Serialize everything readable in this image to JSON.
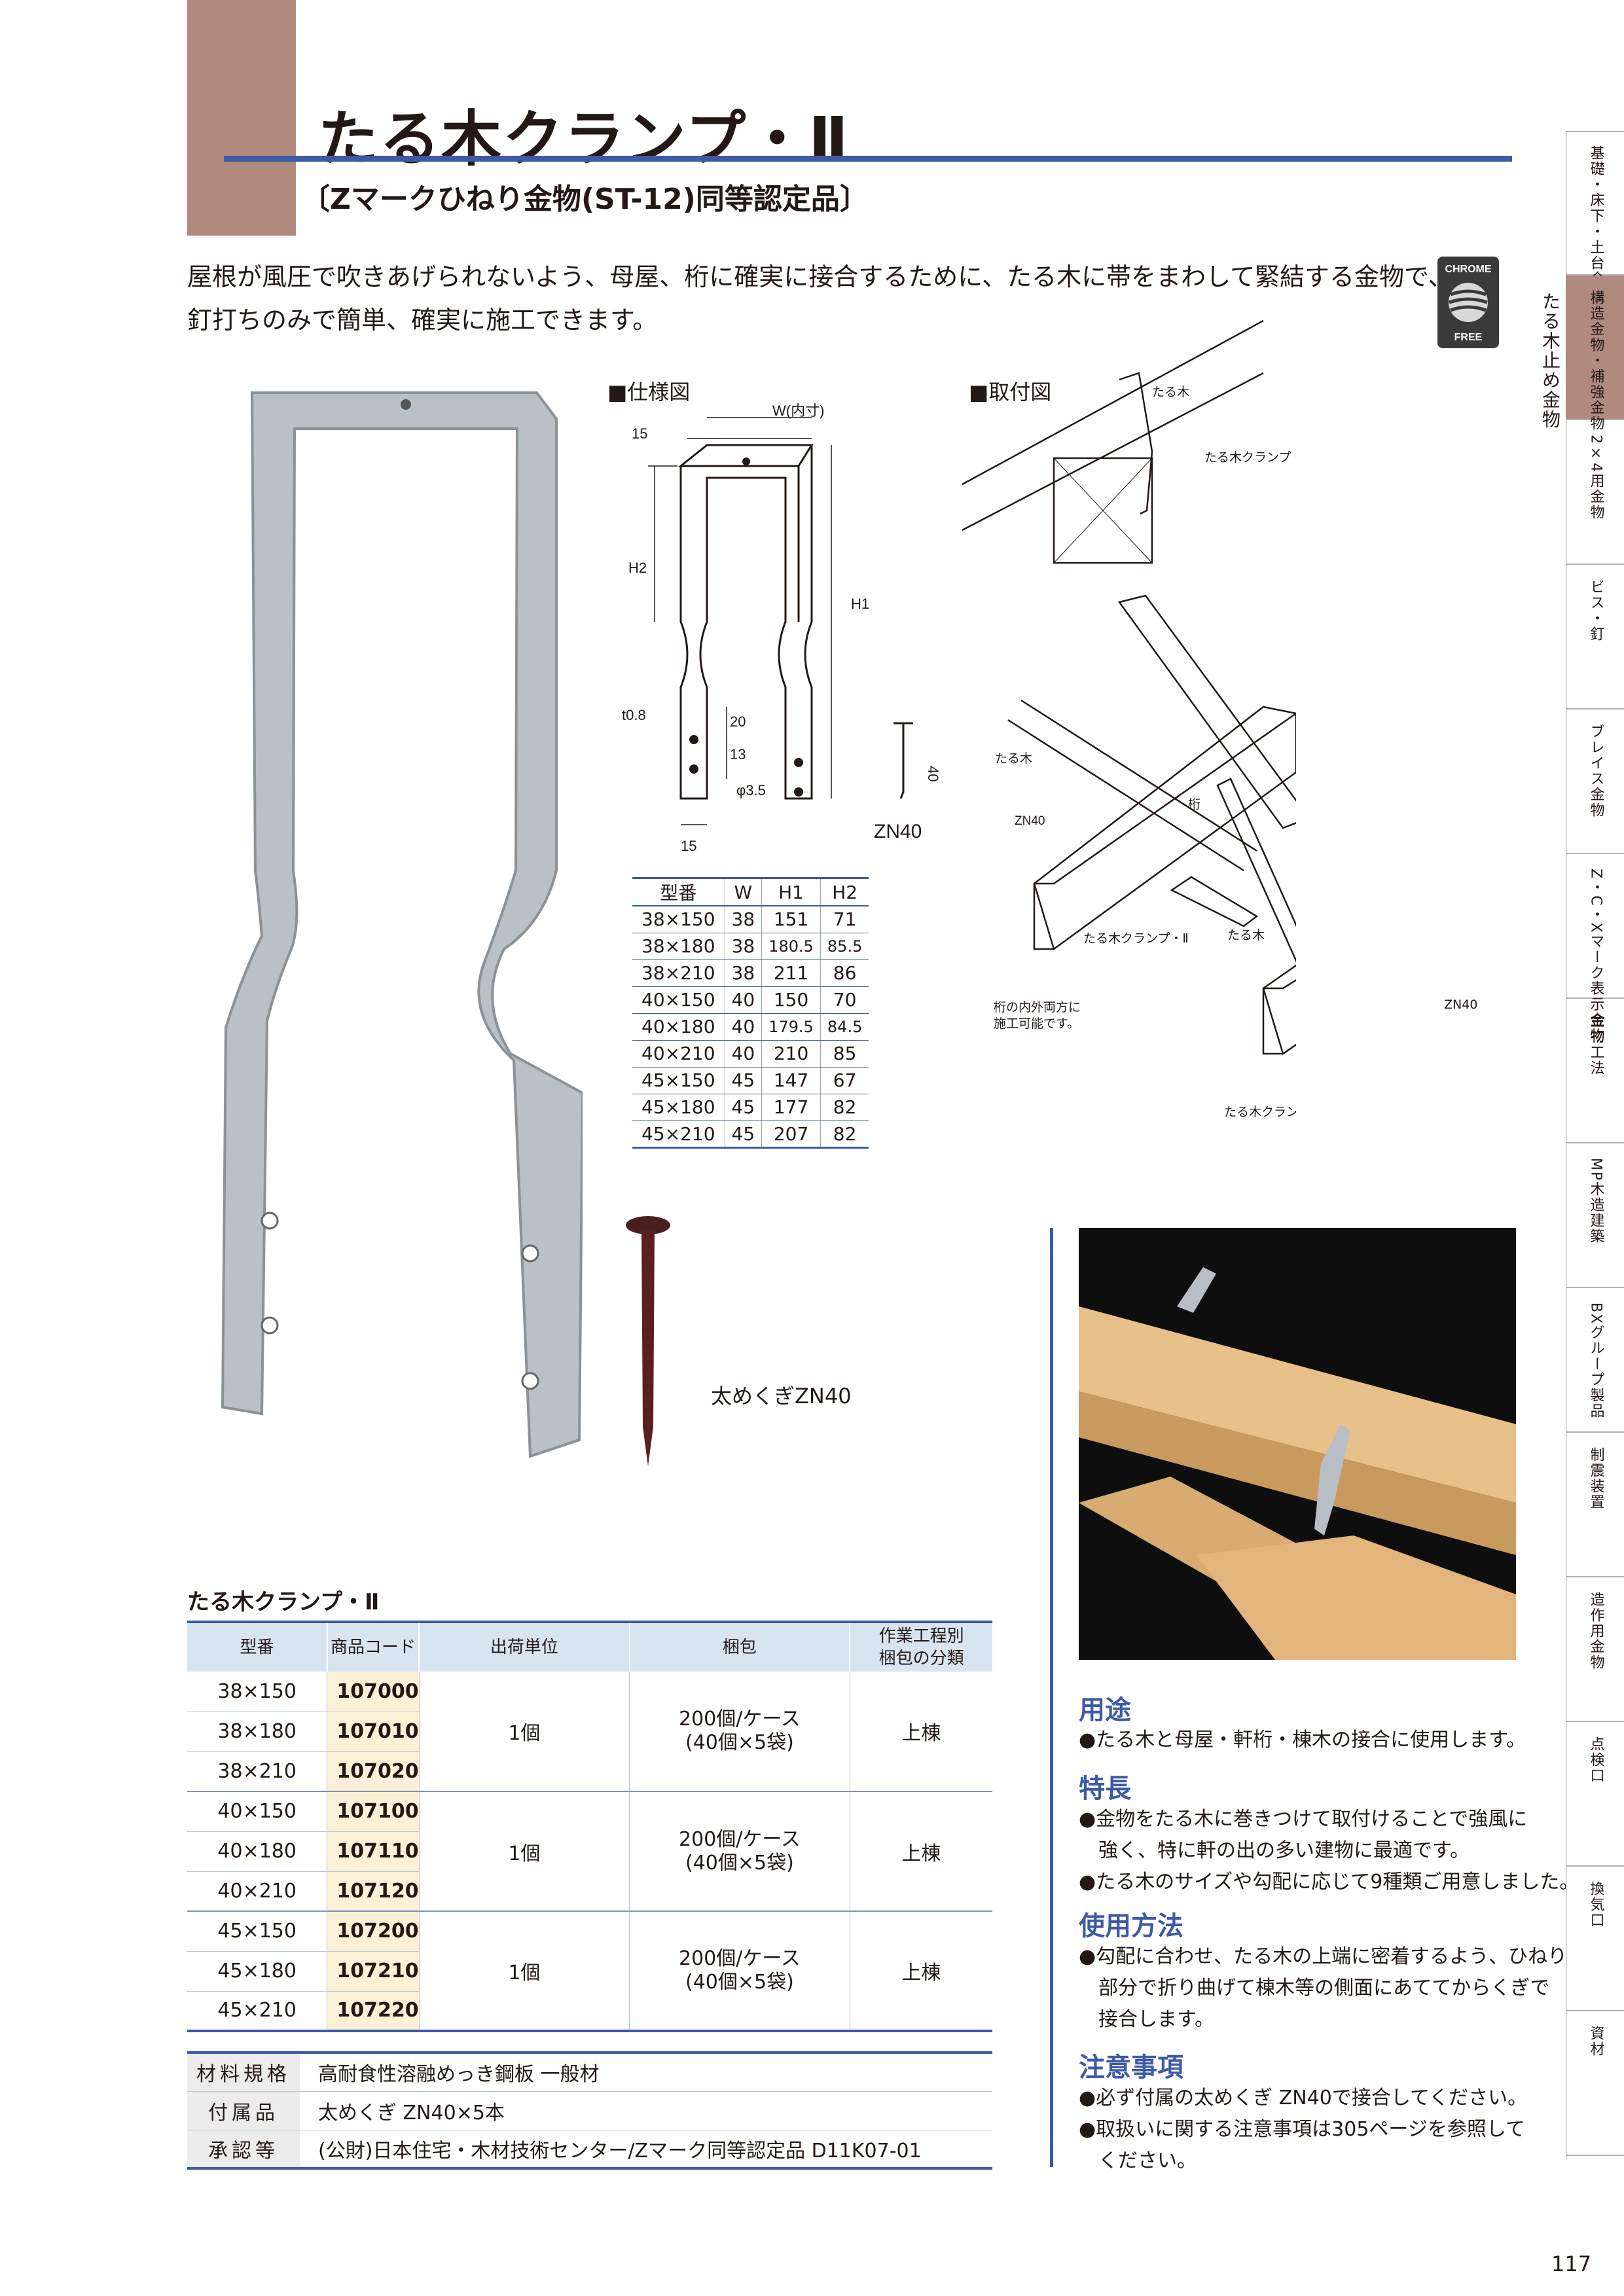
{
  "header": {
    "title": "たる木クランプ・Ⅱ",
    "subtitle": "〔Zマークひねり金物(ST-12)同等認定品〕"
  },
  "intro": {
    "line1": "屋根が風圧で吹きあげられないよう、母屋、桁に確実に接合するために、たる木に帯をまわして緊結する金物で、",
    "line2": "釘打ちのみで簡単、確実に施工できます。"
  },
  "badge": {
    "line1": "CHROME",
    "line2": "FREE"
  },
  "spec_diagram": {
    "heading": "■仕様図",
    "w_label": "W(内寸)",
    "dim_15_top": "15",
    "h1": "H1",
    "h2": "H2",
    "t": "t0.8",
    "d20": "20",
    "d13": "13",
    "phi": "φ3.5",
    "dim_15_bottom": "15",
    "nail_len": "40",
    "nail_name": "ZN40"
  },
  "mount_diagram": {
    "heading": "■取付図",
    "taruki": "たる木",
    "clamp": "たる木クランプ・Ⅱ",
    "keta": "桁",
    "zn40": "ZN40",
    "note_line1": "桁の内外両方に",
    "note_line2": "施工可能です。"
  },
  "spec_table": {
    "headers": [
      "型番",
      "W",
      "H1",
      "H2"
    ],
    "rows": [
      [
        "38×150",
        "38",
        "151",
        "71"
      ],
      [
        "38×180",
        "38",
        "180.5",
        "85.5"
      ],
      [
        "38×210",
        "38",
        "211",
        "86"
      ],
      [
        "40×150",
        "40",
        "150",
        "70"
      ],
      [
        "40×180",
        "40",
        "179.5",
        "84.5"
      ],
      [
        "40×210",
        "40",
        "210",
        "85"
      ],
      [
        "45×150",
        "45",
        "147",
        "67"
      ],
      [
        "45×180",
        "45",
        "177",
        "82"
      ],
      [
        "45×210",
        "45",
        "207",
        "82"
      ]
    ]
  },
  "nail_caption": "太めくぎZN40",
  "product_table": {
    "title": "たる木クランプ・Ⅱ",
    "headers": [
      "型番",
      "商品コード",
      "出荷単位",
      "梱包",
      "作業工程別",
      "梱包の分類"
    ],
    "groups": [
      {
        "rows": [
          [
            "38×150",
            "107000"
          ],
          [
            "38×180",
            "107010"
          ],
          [
            "38×210",
            "107020"
          ]
        ],
        "unit": "1個",
        "pack1": "200個/ケース",
        "pack2": "(40個×5袋)",
        "class": "上棟"
      },
      {
        "rows": [
          [
            "40×150",
            "107100"
          ],
          [
            "40×180",
            "107110"
          ],
          [
            "40×210",
            "107120"
          ]
        ],
        "unit": "1個",
        "pack1": "200個/ケース",
        "pack2": "(40個×5袋)",
        "class": "上棟"
      },
      {
        "rows": [
          [
            "45×150",
            "107200"
          ],
          [
            "45×180",
            "107210"
          ],
          [
            "45×210",
            "107220"
          ]
        ],
        "unit": "1個",
        "pack1": "200個/ケース",
        "pack2": "(40個×5袋)",
        "class": "上棟"
      }
    ]
  },
  "materials": [
    {
      "key": "材料規格",
      "value": "高耐食性溶融めっき鋼板 一般材"
    },
    {
      "key": "付属品",
      "value": "太めくぎ ZN40×5本"
    },
    {
      "key": "承認等",
      "value": "(公財)日本住宅・木材技術センター/Zマーク同等認定品 D11K07-01"
    }
  ],
  "usage": {
    "heading": "用途",
    "line1": "●たる木と母屋・軒桁・棟木の接合に使用します。"
  },
  "features": {
    "heading": "特長",
    "line1": "●金物をたる木に巻きつけて取付けることで強風に",
    "line2": "強く、特に軒の出の多い建物に最適です。",
    "line3": "●たる木のサイズや勾配に応じて9種類ご用意しました。"
  },
  "howto": {
    "heading": "使用方法",
    "line1": "●勾配に合わせ、たる木の上端に密着するよう、ひねり",
    "line2": "部分で折り曲げて棟木等の側面にあててからくぎで",
    "line3": "接合します。"
  },
  "caution": {
    "heading": "注意事項",
    "line1": "●必ず付属の太めくぎ ZN40で接合してください。",
    "line2": "●取扱いに関する注意事項は305ページを参照して",
    "line3": "ください。"
  },
  "side_label": "たる木止め金物",
  "sidebar": [
    "基礎・床下・土台金物",
    "構造金物・補強金物",
    "2×4用金物",
    "ビス・釘",
    "ブレイス金物",
    "Z・C・Xマーク表示金物",
    "金物工法",
    "MP木造建築",
    "BXグループ製品",
    "制震装置",
    "造作用金物",
    "点検口",
    "換気口",
    "資材"
  ],
  "page_number": "117",
  "colors": {
    "accent": "#3d5aa6",
    "tab": "#b08b7d",
    "code_bg": "#fcf0d6",
    "header_bg": "#d9e4f1"
  }
}
